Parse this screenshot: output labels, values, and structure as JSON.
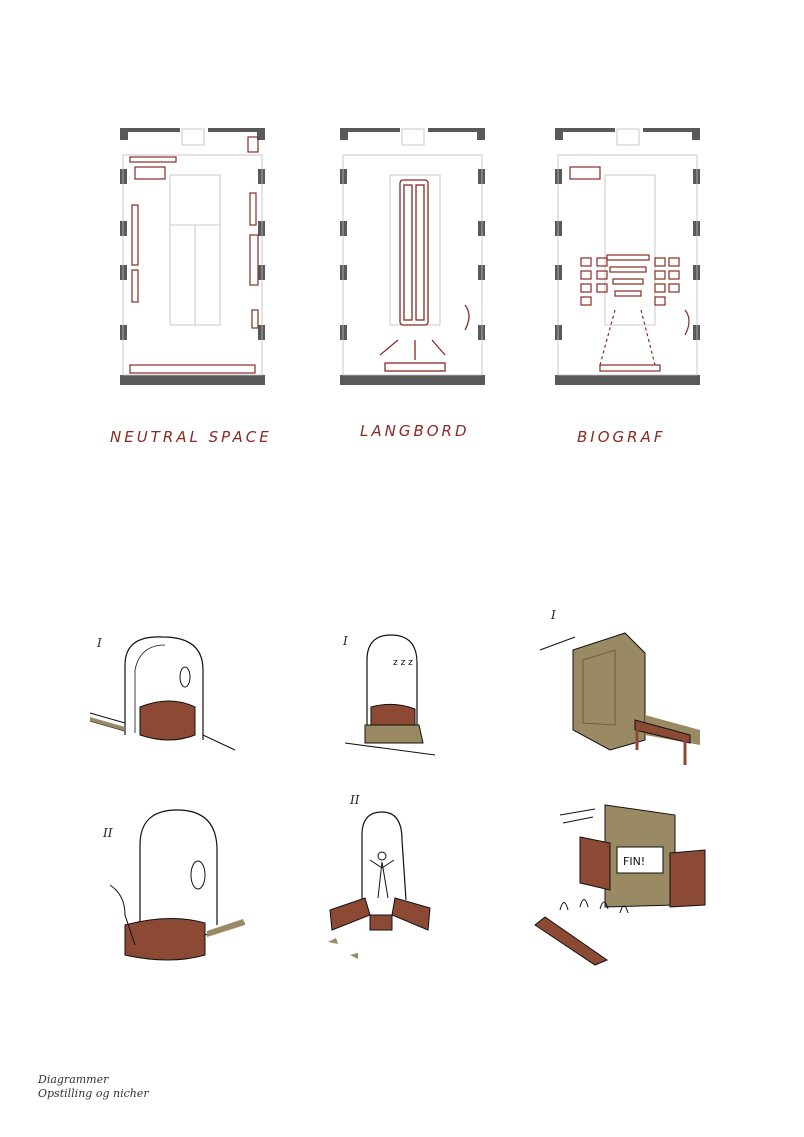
{
  "plans": [
    {
      "label": "NEUTRAL SPACE"
    },
    {
      "label": "LANGBORD"
    },
    {
      "label": "BIOGRAF"
    }
  ],
  "sketch_numerals": {
    "a1": "I",
    "a2": "II",
    "b1": "I",
    "b2": "II",
    "c1": "I"
  },
  "screen_text": "FIN!",
  "caption": {
    "line1": "Diagrammer",
    "line2": "Opstilling og nicher"
  },
  "colors": {
    "wall": "#595959",
    "accent_red": "#8a2a22",
    "wood": "#8c4a35",
    "khaki": "#9a8a64",
    "line": "#bdbdbd"
  }
}
